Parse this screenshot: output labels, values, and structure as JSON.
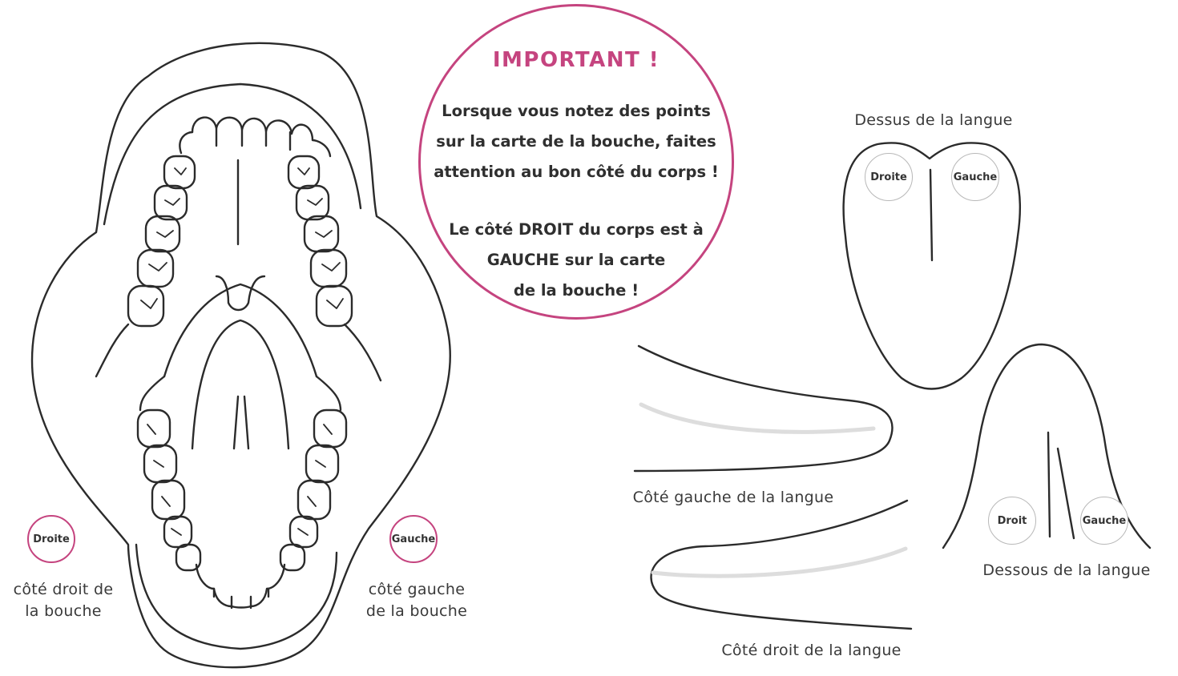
{
  "notice": {
    "title": "IMPORTANT !",
    "para1": [
      "Lorsque vous notez des points",
      "sur la carte de la bouche, faites",
      "attention au bon côté du corps !"
    ],
    "para2": [
      "Le côté DROIT du corps est à",
      "GAUCHE sur la carte",
      "de la bouche !"
    ]
  },
  "mouth": {
    "badge_right": "Droite",
    "badge_left": "Gauche",
    "caption_right": [
      "côté droit de",
      "la bouche"
    ],
    "caption_left": [
      "côté gauche",
      "de la bouche"
    ]
  },
  "tongue_top": {
    "title": "Dessus de la langue",
    "badge_right": "Droite",
    "badge_left": "Gauche"
  },
  "tongue_sides": {
    "left_caption": "Côté gauche de la langue",
    "right_caption": "Côté droit de la langue"
  },
  "tongue_under": {
    "title": "Dessous de la langue",
    "badge_right": "Droit",
    "badge_left": "Gauche"
  },
  "colors": {
    "accent": "#c5447f",
    "line": "#2b2b2b",
    "muted": "#b8b8b8"
  }
}
